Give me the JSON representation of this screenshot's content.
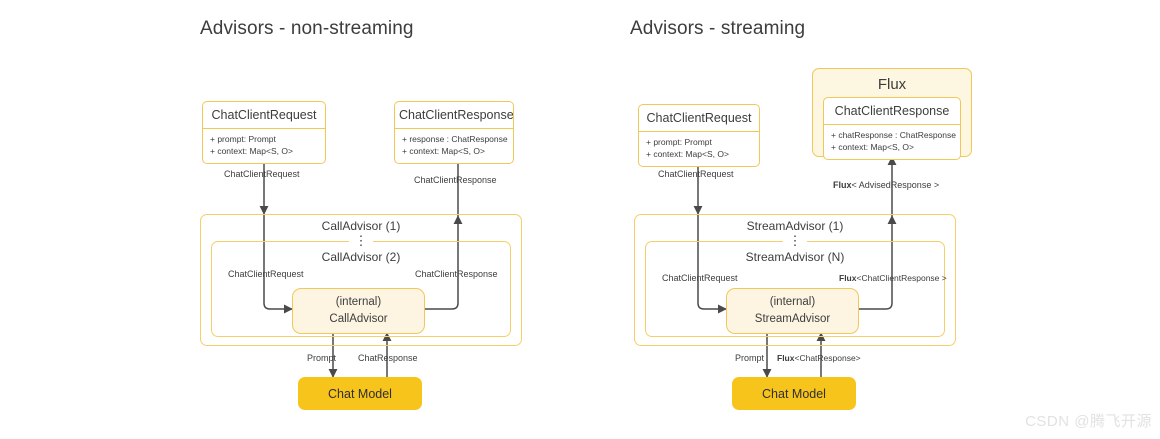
{
  "watermark": "CSDN @腾飞开源",
  "colors": {
    "box_border": "#f0c85a",
    "container_border": "#f5d06a",
    "internal_fill": "#fdf5e2",
    "flux_fill": "#fdf6e0",
    "chat_model_fill": "#f7c41c",
    "arrow": "#4a4a4a",
    "text": "#3d3d3d"
  },
  "panels": [
    {
      "id": "non-streaming",
      "title": "Advisors - non-streaming",
      "request_box": {
        "title": "ChatClientRequest",
        "attrs": [
          "+ prompt: Prompt",
          "+ context: Map<S, O>"
        ]
      },
      "response_box": {
        "title": "ChatClientResponse",
        "attrs": [
          "+ response : ChatResponse",
          "+ context: Map<S, O>"
        ]
      },
      "flux_wrapper": null,
      "edge_in_label": "ChatClientRequest",
      "edge_out_label": "ChatClientResponse",
      "advisor_outer_label": "CallAdvisor (1)",
      "advisor_inner_label": "CallAdvisor (2)",
      "ellipsis": "⋮",
      "inner_in_label": "ChatClientRequest",
      "inner_out_label": "ChatClientResponse",
      "internal_box": {
        "line1": "(internal)",
        "line2": "CallAdvisor"
      },
      "model_in_label": "Prompt",
      "model_out_label": "ChatResponse",
      "chat_model_label": "Chat Model"
    },
    {
      "id": "streaming",
      "title": "Advisors - streaming",
      "request_box": {
        "title": "ChatClientRequest",
        "attrs": [
          "+ prompt: Prompt",
          "+ context: Map<S, O>"
        ]
      },
      "response_box": {
        "title": "ChatClientResponse",
        "attrs": [
          "+ chatResponse : ChatResponse",
          "+ context: Map<S, O>"
        ]
      },
      "flux_wrapper": {
        "label": "Flux"
      },
      "edge_in_label": "ChatClientRequest",
      "edge_out_label_bold": "Flux",
      "edge_out_label_rest": "< AdvisedResponse >",
      "advisor_outer_label": "StreamAdvisor (1)",
      "advisor_inner_label": "StreamAdvisor (N)",
      "ellipsis": "⋮",
      "inner_in_label": "ChatClientRequest",
      "inner_out_label_bold": "Flux",
      "inner_out_label_rest": "<ChatClientResponse >",
      "internal_box": {
        "line1": "(internal)",
        "line2": "StreamAdvisor"
      },
      "model_in_label": "Prompt",
      "model_out_label_bold": "Flux",
      "model_out_label_rest": "<ChatResponse>",
      "chat_model_label": "Chat Model"
    }
  ]
}
